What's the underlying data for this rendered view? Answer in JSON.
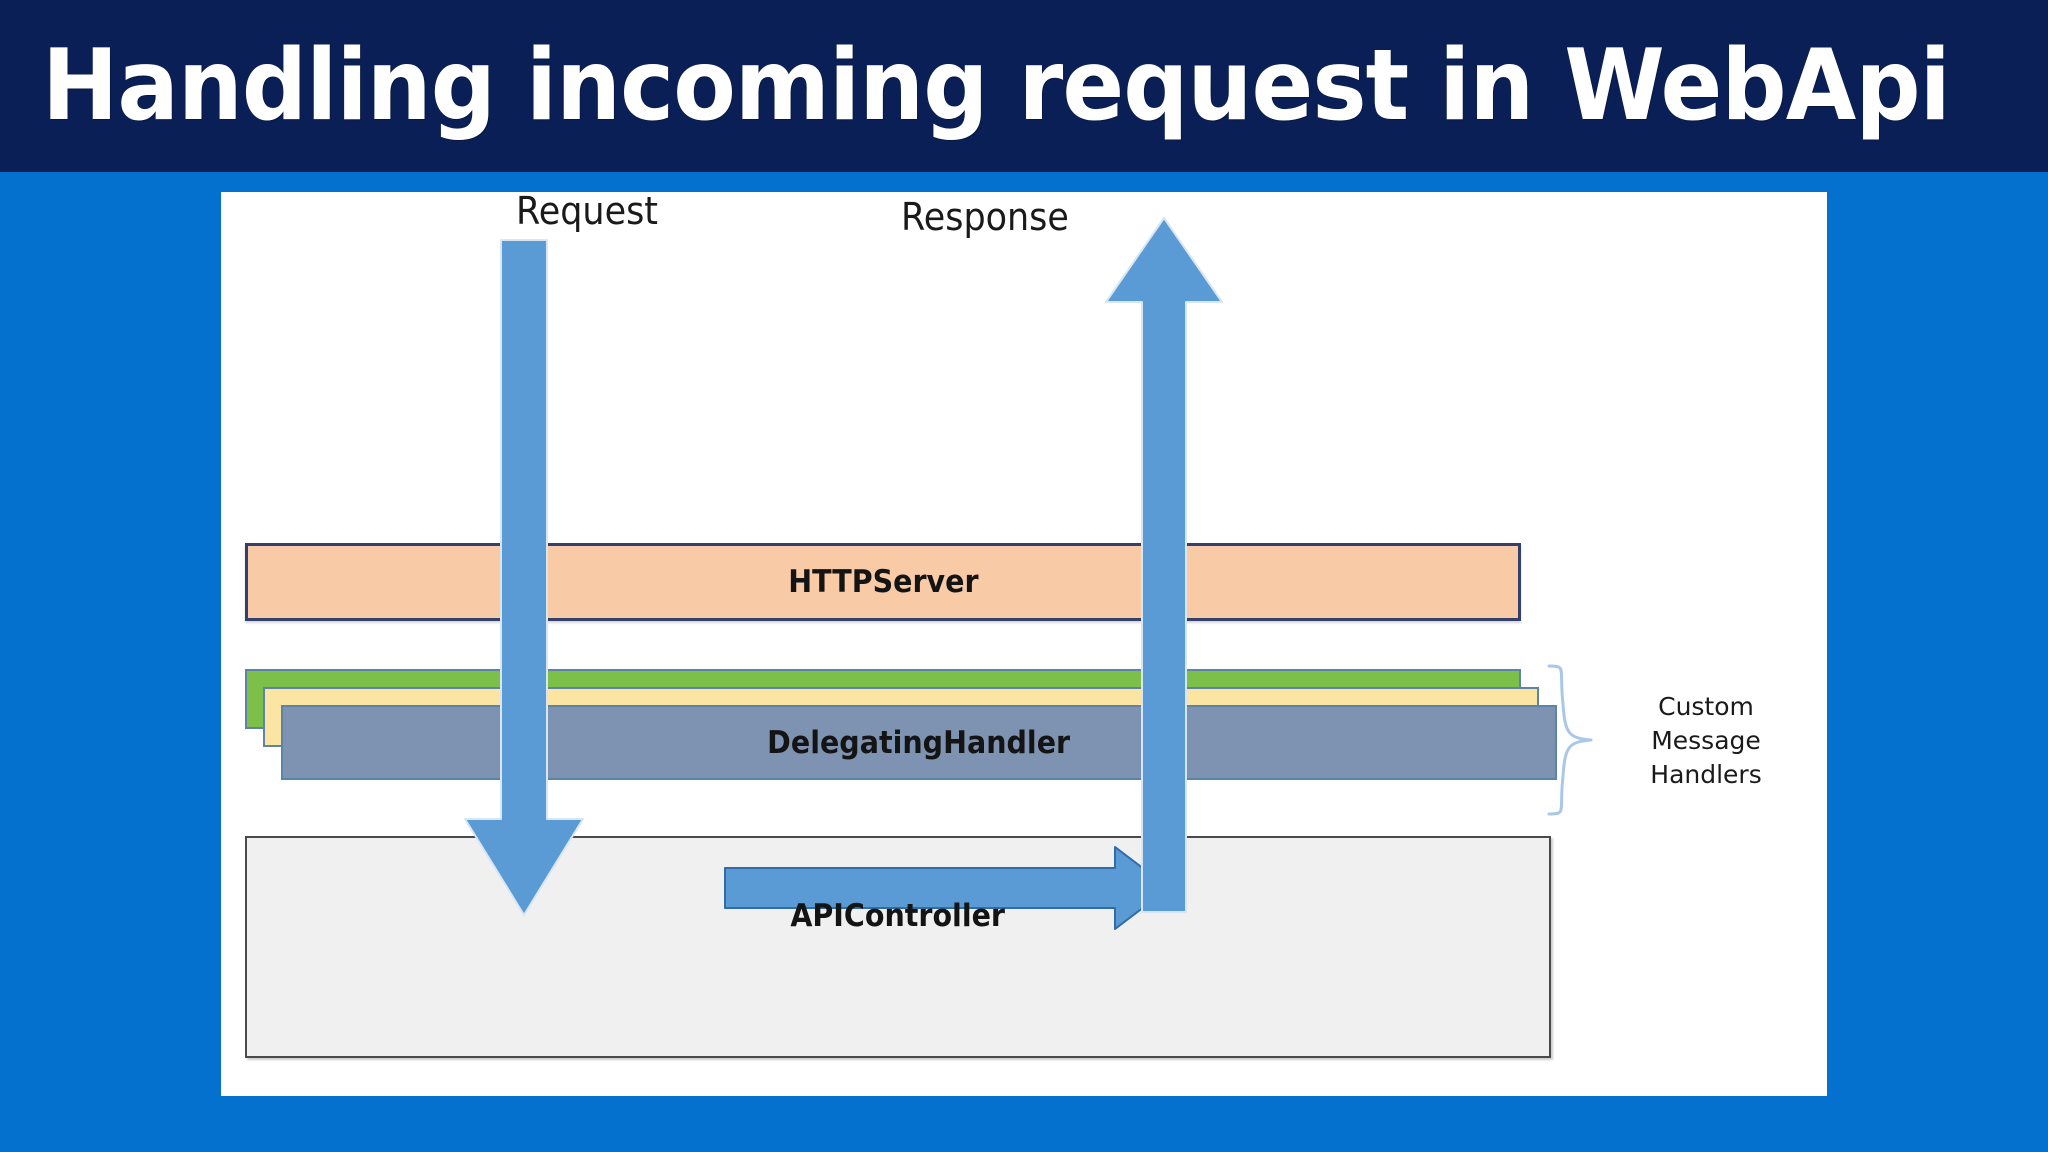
{
  "slide": {
    "title": "Handling incoming request in WebApi",
    "background_color": "#0571ce",
    "title_band_color": "#0a1f56",
    "panel_color": "#ffffff"
  },
  "diagram": {
    "type": "architecture-flow",
    "arrow_color": "#5b9bd5",
    "labels": {
      "request": "Request",
      "response": "Response",
      "custom_handlers_line1": "Custom Message",
      "custom_handlers_line2": "Handlers",
      "custom_handlers_full": "Custom Message Handlers"
    },
    "boxes": [
      {
        "id": "httpserver",
        "label": "HTTPServer",
        "fill": "#f8caa6",
        "stroke": "#33406b"
      },
      {
        "id": "handler-green",
        "label": "",
        "fill": "#7cc04a",
        "stroke": "#5b84a8"
      },
      {
        "id": "handler-yellow",
        "label": "",
        "fill": "#fce5a2",
        "stroke": "#5b84a8"
      },
      {
        "id": "handler-slate",
        "label": "DelegatingHandler",
        "fill": "#7e93b2",
        "stroke": "#5b84a8"
      },
      {
        "id": "apicontroller",
        "label": "APIController",
        "fill": "#f1f0f1",
        "stroke": "#4a4a4a"
      }
    ],
    "flow": [
      "Request enters downward through HTTPServer",
      "Request passes through Custom Message Handlers (DelegatingHandler)",
      "Request reaches APIController",
      "APIController returns horizontally to the Response path",
      "Response travels upward out through HTTPServer"
    ]
  }
}
